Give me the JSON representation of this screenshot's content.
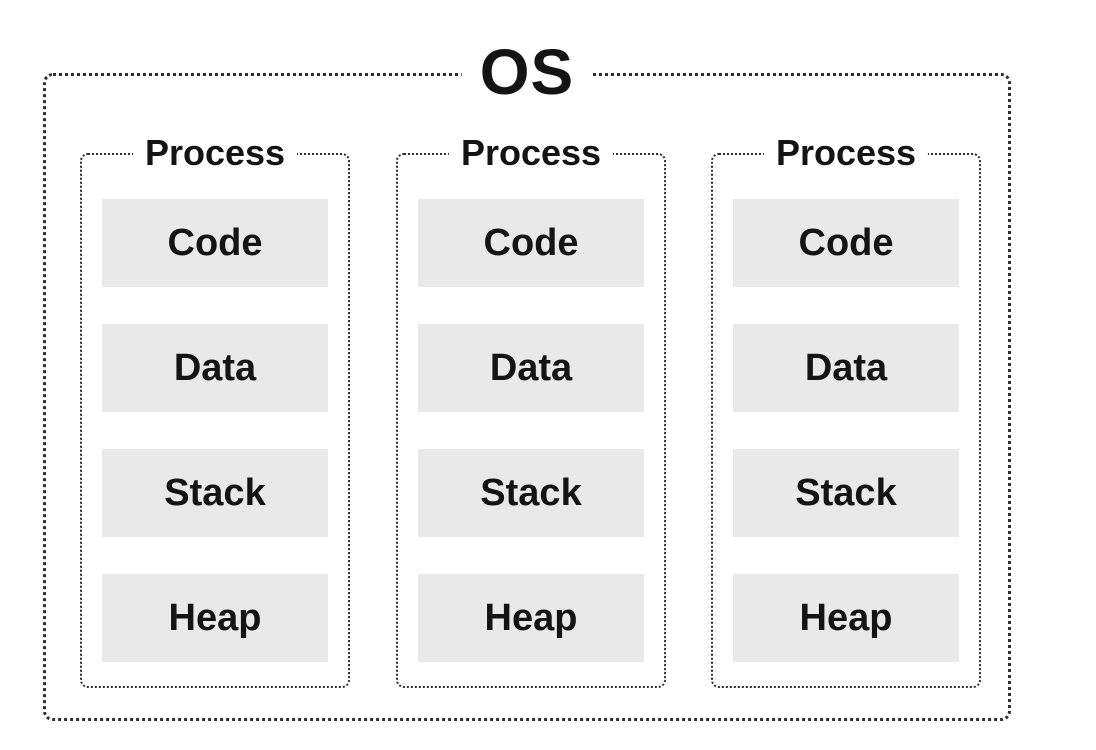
{
  "diagram": {
    "os_label": "OS",
    "processes": [
      {
        "label": "Process",
        "segments": [
          "Code",
          "Data",
          "Stack",
          "Heap"
        ]
      },
      {
        "label": "Process",
        "segments": [
          "Code",
          "Data",
          "Stack",
          "Heap"
        ]
      },
      {
        "label": "Process",
        "segments": [
          "Code",
          "Data",
          "Stack",
          "Heap"
        ]
      }
    ],
    "colors": {
      "border": "#2f2f2f",
      "segment_fill": "#e9e9e9",
      "text": "#141414",
      "background": "#ffffff"
    }
  }
}
